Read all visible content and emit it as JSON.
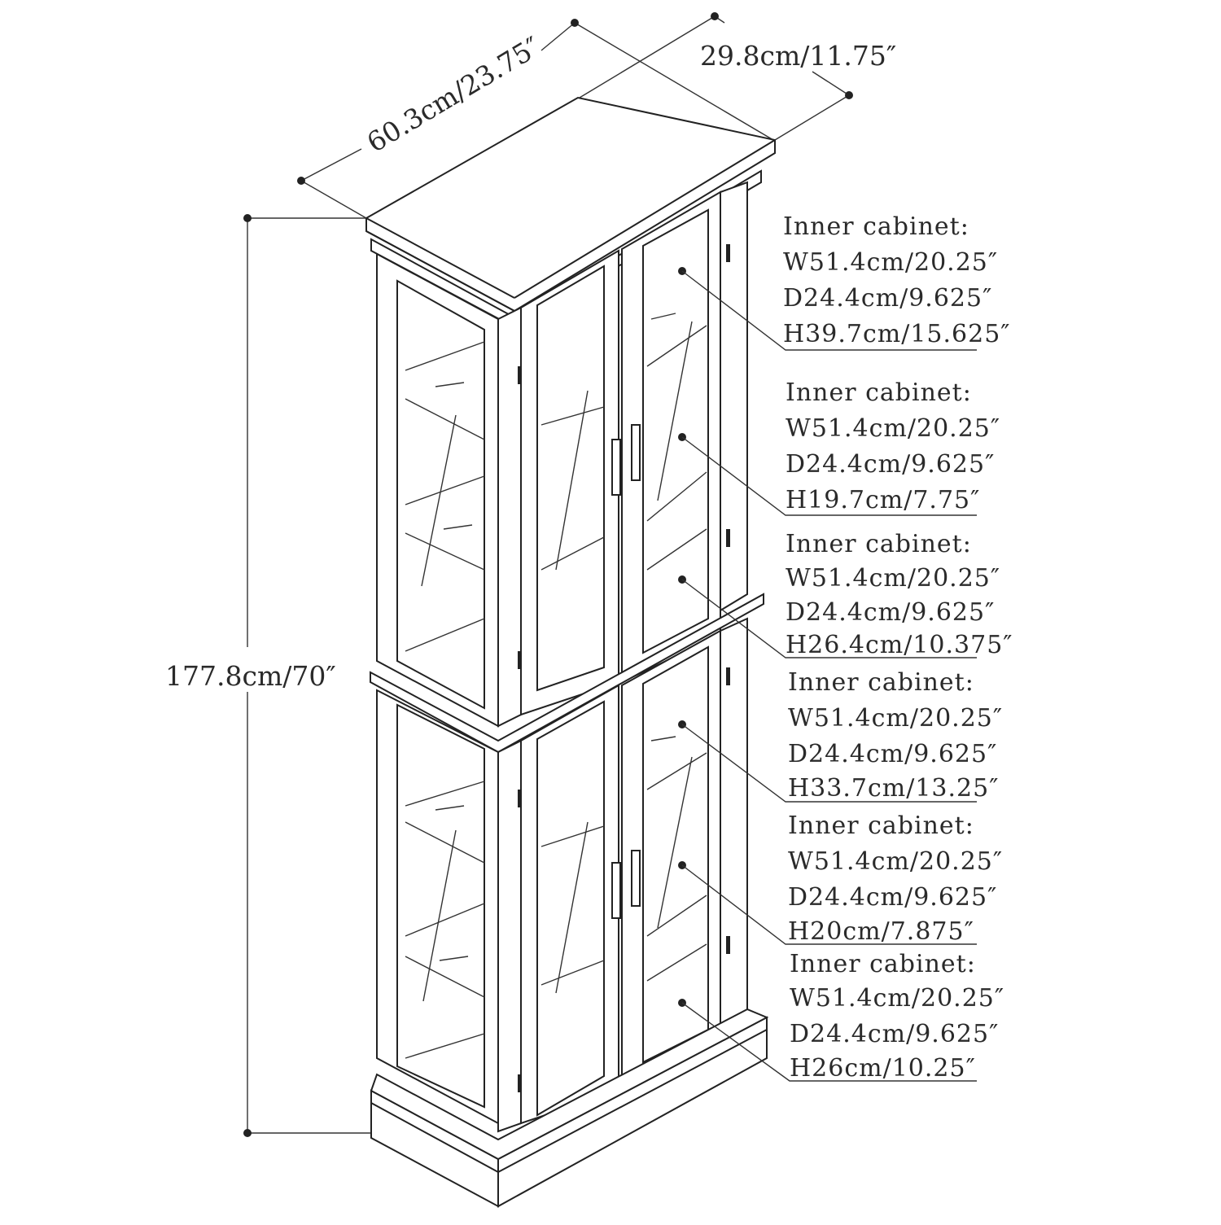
{
  "dimensions": {
    "width": "60.3cm/23.75″",
    "depth": "29.8cm/11.75″",
    "height": "177.8cm/70″"
  },
  "inner_cabinets": [
    {
      "label": "Inner cabinet:",
      "w": "W51.4cm/20.25″",
      "d": "D24.4cm/9.625″",
      "h": "H39.7cm/15.625″"
    },
    {
      "label": "Inner cabinet:",
      "w": "W51.4cm/20.25″",
      "d": "D24.4cm/9.625″",
      "h": "H19.7cm/7.75″"
    },
    {
      "label": "Inner cabinet:",
      "w": "W51.4cm/20.25″",
      "d": "D24.4cm/9.625″",
      "h": "H26.4cm/10.375″"
    },
    {
      "label": "Inner cabinet:",
      "w": "W51.4cm/20.25″",
      "d": "D24.4cm/9.625″",
      "h": "H33.7cm/13.25″"
    },
    {
      "label": "Inner cabinet:",
      "w": "W51.4cm/20.25″",
      "d": "D24.4cm/9.625″",
      "h": "H20cm/7.875″"
    },
    {
      "label": "Inner cabinet:",
      "w": "W51.4cm/20.25″",
      "d": "D24.4cm/9.625″",
      "h": "H26cm/10.25″"
    }
  ]
}
